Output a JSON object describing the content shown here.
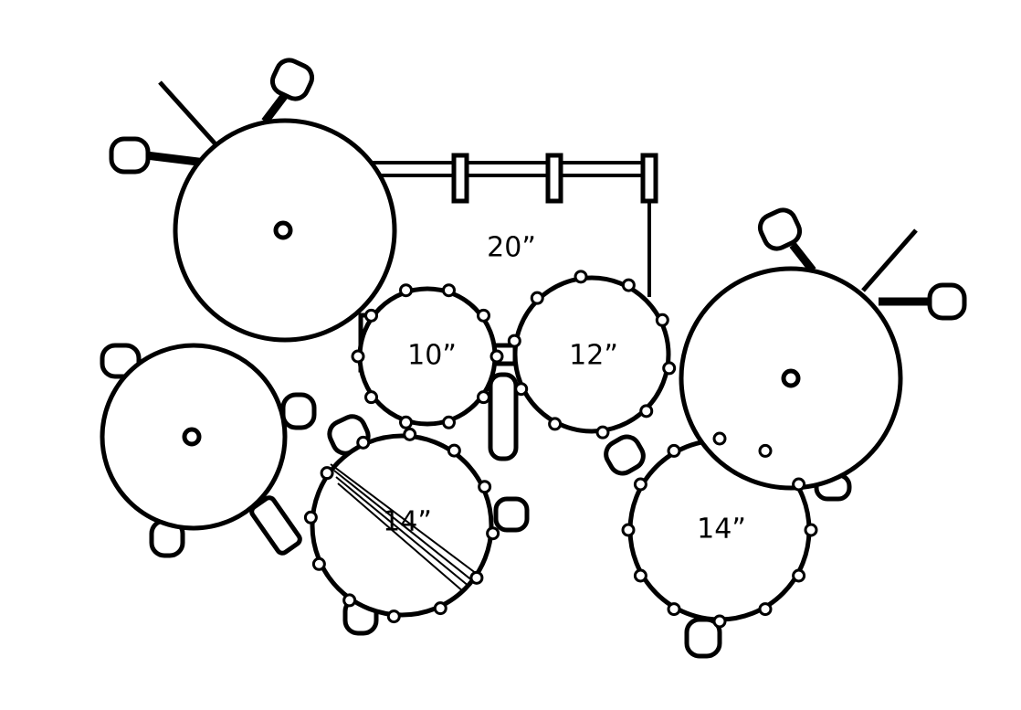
{
  "colors": {
    "stroke": "#000000",
    "fill": "#ffffff"
  },
  "labels": {
    "bass_drum": "20”",
    "tom_left": "10”",
    "tom_right": "12”",
    "snare": "14”",
    "floor_tom": "14”"
  }
}
